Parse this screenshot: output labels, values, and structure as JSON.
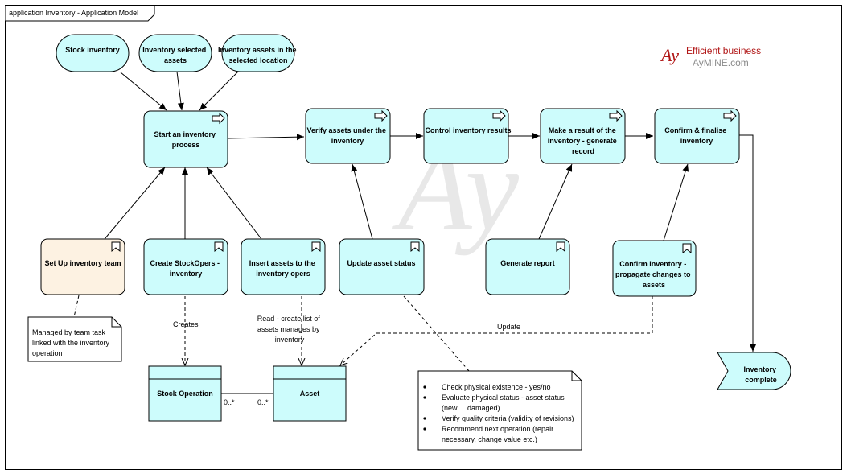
{
  "frame": {
    "title": "application Inventory - Application Model"
  },
  "logo": {
    "mark": "Ay",
    "tagline": "Efficient business",
    "site": "AyMINE.com"
  },
  "watermark": "Ay",
  "colors": {
    "node": "#cdfcfc",
    "actor": "#fdf2e2",
    "stroke": "#000000",
    "brand_red": "#b11616",
    "brand_gray": "#8a8a8a"
  },
  "events": [
    {
      "id": "ev_stock",
      "lines": [
        "Stock inventory"
      ]
    },
    {
      "id": "ev_selected",
      "lines": [
        "Inventory selected",
        "assets"
      ]
    },
    {
      "id": "ev_location",
      "lines": [
        "Inventory assets in the",
        "selected location"
      ]
    }
  ],
  "processes": [
    {
      "id": "p_start",
      "lines": [
        "Start an inventory",
        "process"
      ]
    },
    {
      "id": "p_verify",
      "lines": [
        "Verify assets under the",
        "inventory"
      ]
    },
    {
      "id": "p_control",
      "lines": [
        "Control inventory results"
      ]
    },
    {
      "id": "p_result",
      "lines": [
        "Make a result of the",
        "inventory - generate",
        "record"
      ]
    },
    {
      "id": "p_confirm",
      "lines": [
        "Confirm & finalise",
        "inventory"
      ]
    }
  ],
  "functions": [
    {
      "id": "f_team",
      "lines": [
        "Set Up inventory team"
      ]
    },
    {
      "id": "f_create",
      "lines": [
        "Create StockOpers -",
        "inventory"
      ]
    },
    {
      "id": "f_insert",
      "lines": [
        "Insert assets to the",
        "inventory opers"
      ]
    },
    {
      "id": "f_update",
      "lines": [
        "Update asset status"
      ]
    },
    {
      "id": "f_report",
      "lines": [
        "Generate report"
      ]
    },
    {
      "id": "f_propagate",
      "lines": [
        "Confirm inventory -",
        "propagate changes to",
        "assets"
      ]
    }
  ],
  "end_event": {
    "lines": [
      "Inventory",
      "complete"
    ]
  },
  "objects": [
    {
      "id": "o_stock",
      "label": "Stock Operation",
      "multiplicity": "0..*"
    },
    {
      "id": "o_asset",
      "label": "Asset",
      "multiplicity": "0..*"
    }
  ],
  "relation_labels": {
    "creates": "Creates",
    "read": [
      "Read - create list of",
      "assets manages by",
      "inventory"
    ],
    "update": "Update"
  },
  "notes": {
    "team": [
      "Managed by team task",
      "linked with the inventory",
      "operation"
    ],
    "status": {
      "bullets": [
        [
          "Check physical existence - yes/no"
        ],
        [
          "Evaluate physical status - asset status",
          "(new ... damaged)"
        ],
        [
          "Verify quality criteria (validity of revisions)"
        ],
        [
          "Recommend next operation (repair",
          "necessary, change value etc.)"
        ]
      ]
    }
  }
}
